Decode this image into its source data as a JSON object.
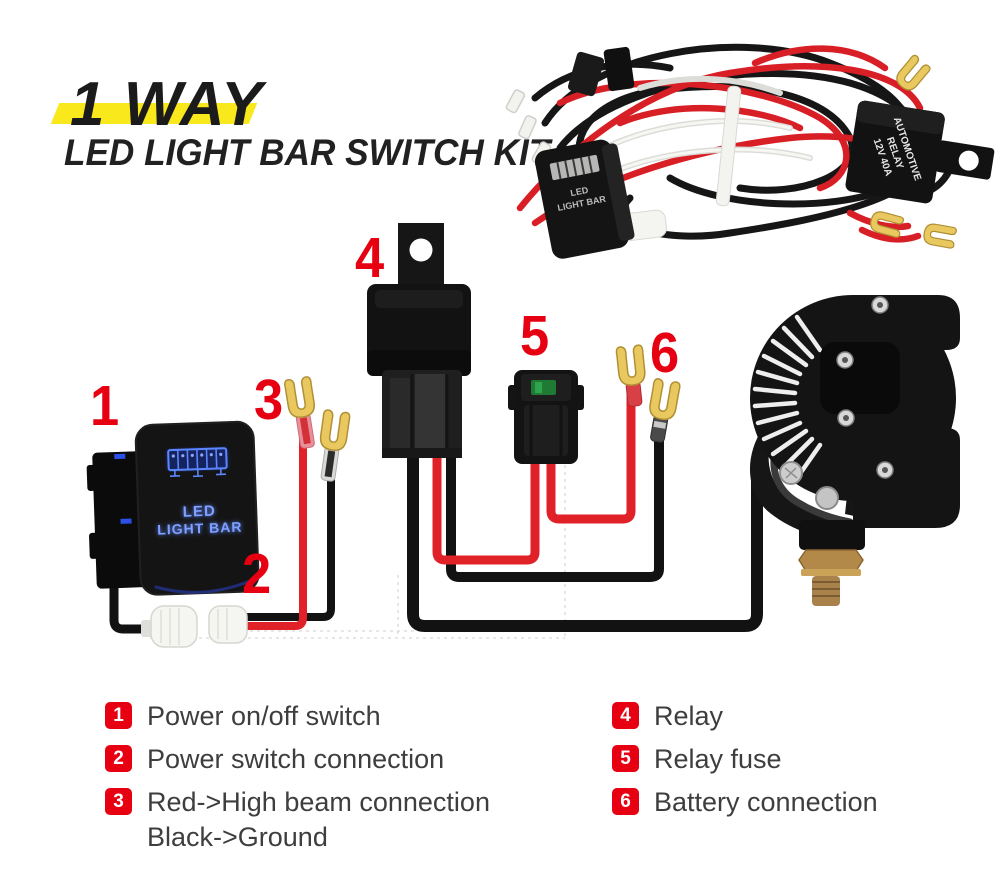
{
  "header": {
    "kicker": "1 WAY",
    "title": "LED LIGHT BAR SWITCH KIT"
  },
  "callouts": {
    "c1": "1",
    "c2": "2",
    "c3": "3",
    "c4": "4",
    "c5": "5",
    "c6": "6"
  },
  "diagram": {
    "switch_label": {
      "line1": "LED",
      "line2": "LIGHT BAR"
    }
  },
  "photo": {
    "relay": {
      "line1": "AUTOMOTIVE",
      "line2": "RELAY",
      "line3": "12V 40A"
    },
    "switch": {
      "line1": "LED",
      "line2": "LIGHT BAR"
    }
  },
  "legend": {
    "left": [
      {
        "num": "1",
        "label": "Power on/off switch"
      },
      {
        "num": "2",
        "label": "Power switch connection"
      },
      {
        "num": "3",
        "label": "Red->High beam connection",
        "label2": "Black->Ground"
      }
    ],
    "right": [
      {
        "num": "4",
        "label": "Relay"
      },
      {
        "num": "5",
        "label": "Relay fuse"
      },
      {
        "num": "6",
        "label": "Battery connection"
      }
    ]
  },
  "colors": {
    "accent_red": "#e60012",
    "highlight_yellow": "#f8e81c",
    "switch_blue": "#5b86ff",
    "wire_red": "#e02128",
    "wire_black": "#121212",
    "fork_gold": "#e9c95f"
  }
}
